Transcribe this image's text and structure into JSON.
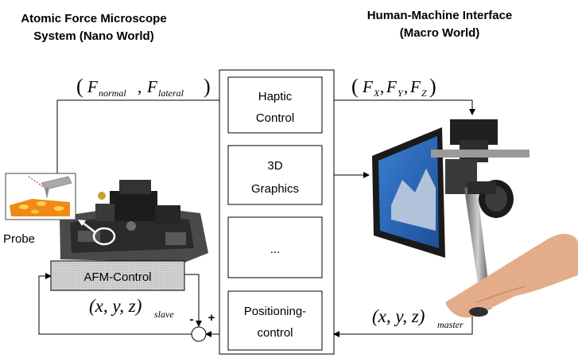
{
  "titles": {
    "left_line1": "Atomic Force Microscope",
    "left_line2": "System (Nano World)",
    "right_line1": "Human-Machine Interface",
    "right_line2": "(Macro World)"
  },
  "formulas": {
    "force_nano": {
      "open": "(",
      "f1": "F",
      "s1": "normal",
      "comma": ",",
      "f2": "F",
      "s2": "lateral",
      "close": ")"
    },
    "force_macro": {
      "open": "(",
      "f1": "F",
      "s1": "X",
      "c1": ",",
      "f2": "F",
      "s2": "Y",
      "c2": ",",
      "f3": "F",
      "s3": "Z",
      "close": ")"
    },
    "pos_slave": {
      "main": "(x, y, z)",
      "sub": "slave"
    },
    "pos_master": {
      "main": "(x, y, z)",
      "sub": "master"
    }
  },
  "blocks": {
    "haptic_line1": "Haptic",
    "haptic_line2": "Control",
    "graphics_line1": "3D",
    "graphics_line2": "Graphics",
    "ellipsis": "...",
    "positioning_line1": "Positioning-",
    "positioning_line2": "control",
    "afm_control": "AFM-Control"
  },
  "labels": {
    "probe": "Probe",
    "minus": "-",
    "plus": "+"
  }
}
